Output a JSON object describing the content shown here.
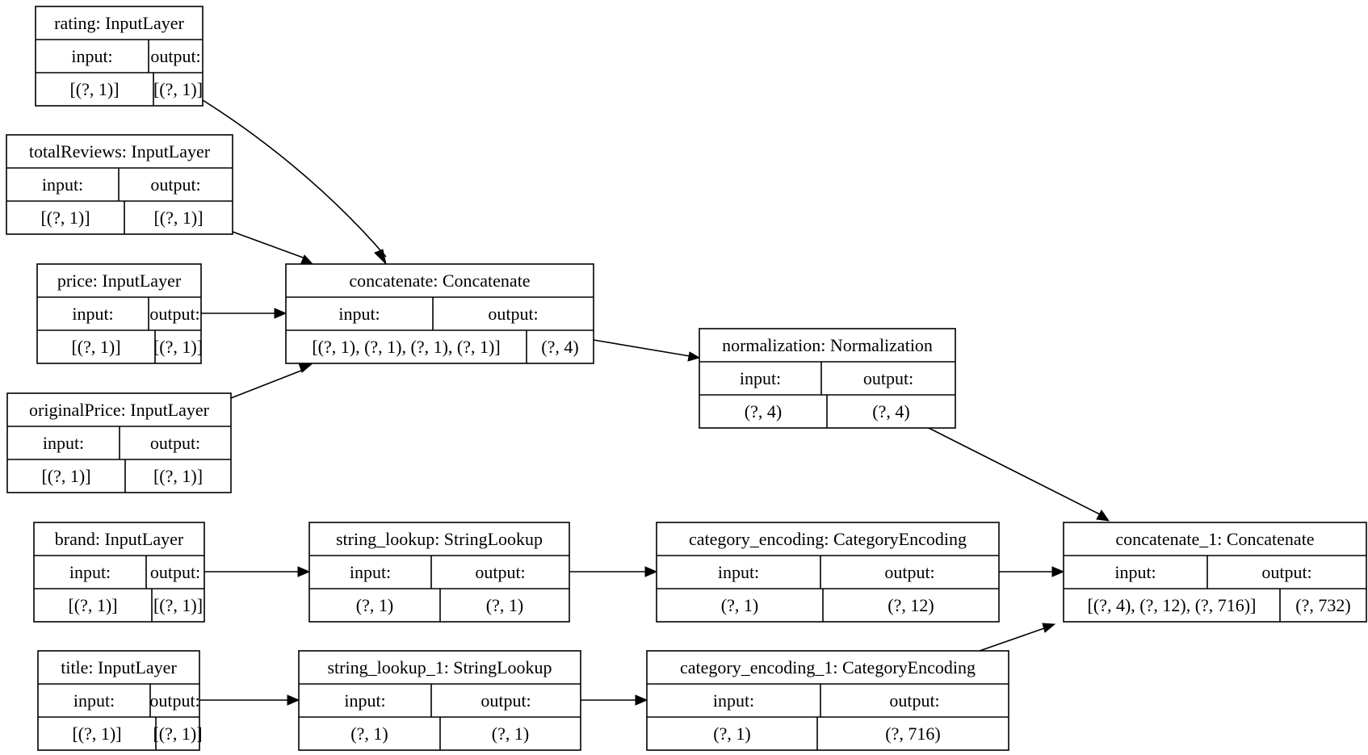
{
  "layers": [
    {
      "id": "rating",
      "title": "rating: InputLayer",
      "input_label": "input:",
      "output_label": "output:",
      "input_shape": "[(?, 1)]",
      "output_shape": "[(?, 1)]"
    },
    {
      "id": "totalReviews",
      "title": "totalReviews: InputLayer",
      "input_label": "input:",
      "output_label": "output:",
      "input_shape": "[(?, 1)]",
      "output_shape": "[(?, 1)]"
    },
    {
      "id": "price",
      "title": "price: InputLayer",
      "input_label": "input:",
      "output_label": "output:",
      "input_shape": "[(?, 1)]",
      "output_shape": "[(?, 1)]"
    },
    {
      "id": "originalPrice",
      "title": "originalPrice: InputLayer",
      "input_label": "input:",
      "output_label": "output:",
      "input_shape": "[(?, 1)]",
      "output_shape": "[(?, 1)]"
    },
    {
      "id": "concatenate",
      "title": "concatenate: Concatenate",
      "input_label": "input:",
      "output_label": "output:",
      "input_shape": "[(?, 1), (?, 1), (?, 1), (?, 1)]",
      "output_shape": "(?, 4)"
    },
    {
      "id": "normalization",
      "title": "normalization: Normalization",
      "input_label": "input:",
      "output_label": "output:",
      "input_shape": "(?, 4)",
      "output_shape": "(?, 4)"
    },
    {
      "id": "brand",
      "title": "brand: InputLayer",
      "input_label": "input:",
      "output_label": "output:",
      "input_shape": "[(?, 1)]",
      "output_shape": "[(?, 1)]"
    },
    {
      "id": "string_lookup",
      "title": "string_lookup: StringLookup",
      "input_label": "input:",
      "output_label": "output:",
      "input_shape": "(?, 1)",
      "output_shape": "(?, 1)"
    },
    {
      "id": "category_encoding",
      "title": "category_encoding: CategoryEncoding",
      "input_label": "input:",
      "output_label": "output:",
      "input_shape": "(?, 1)",
      "output_shape": "(?, 12)"
    },
    {
      "id": "concatenate_1",
      "title": "concatenate_1: Concatenate",
      "input_label": "input:",
      "output_label": "output:",
      "input_shape": "[(?, 4), (?, 12), (?, 716)]",
      "output_shape": "(?, 732)"
    },
    {
      "id": "title",
      "title": "title: InputLayer",
      "input_label": "input:",
      "output_label": "output:",
      "input_shape": "[(?, 1)]",
      "output_shape": "[(?, 1)]"
    },
    {
      "id": "string_lookup_1",
      "title": "string_lookup_1: StringLookup",
      "input_label": "input:",
      "output_label": "output:",
      "input_shape": "(?, 1)",
      "output_shape": "(?, 1)"
    },
    {
      "id": "category_encoding_1",
      "title": "category_encoding_1: CategoryEncoding",
      "input_label": "input:",
      "output_label": "output:",
      "input_shape": "(?, 1)",
      "output_shape": "(?, 716)"
    }
  ],
  "edges": [
    {
      "from": "rating",
      "to": "concatenate"
    },
    {
      "from": "totalReviews",
      "to": "concatenate"
    },
    {
      "from": "price",
      "to": "concatenate"
    },
    {
      "from": "originalPrice",
      "to": "concatenate"
    },
    {
      "from": "concatenate",
      "to": "normalization"
    },
    {
      "from": "normalization",
      "to": "concatenate_1"
    },
    {
      "from": "brand",
      "to": "string_lookup"
    },
    {
      "from": "string_lookup",
      "to": "category_encoding"
    },
    {
      "from": "category_encoding",
      "to": "concatenate_1"
    },
    {
      "from": "title",
      "to": "string_lookup_1"
    },
    {
      "from": "string_lookup_1",
      "to": "category_encoding_1"
    },
    {
      "from": "category_encoding_1",
      "to": "concatenate_1"
    }
  ]
}
